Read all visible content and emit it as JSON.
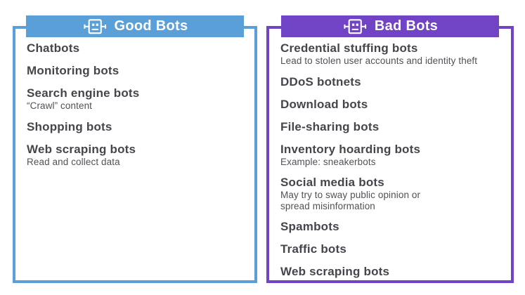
{
  "panels": [
    {
      "id": "good-bots",
      "title": "Good Bots",
      "accent": "#5b9fd8",
      "icon": "robot-icon",
      "items": [
        {
          "title": "Chatbots"
        },
        {
          "title": "Monitoring bots"
        },
        {
          "title": "Search engine bots",
          "sub": "“Crawl” content"
        },
        {
          "title": "Shopping bots"
        },
        {
          "title": "Web scraping bots",
          "sub": "Read and collect data"
        }
      ]
    },
    {
      "id": "bad-bots",
      "title": "Bad Bots",
      "accent": "#7143c5",
      "icon": "robot-icon",
      "items": [
        {
          "title": "Credential stuffing bots",
          "sub": "Lead to stolen user accounts and identity theft"
        },
        {
          "title": "DDoS botnets"
        },
        {
          "title": "Download bots"
        },
        {
          "title": "File-sharing bots"
        },
        {
          "title": "Inventory hoarding bots",
          "sub": "Example: sneakerbots"
        },
        {
          "title": "Social media bots",
          "sub": "May try to sway public opinion or\nspread misinformation"
        },
        {
          "title": "Spambots"
        },
        {
          "title": "Traffic bots"
        },
        {
          "title": "Web scraping bots"
        }
      ]
    }
  ]
}
